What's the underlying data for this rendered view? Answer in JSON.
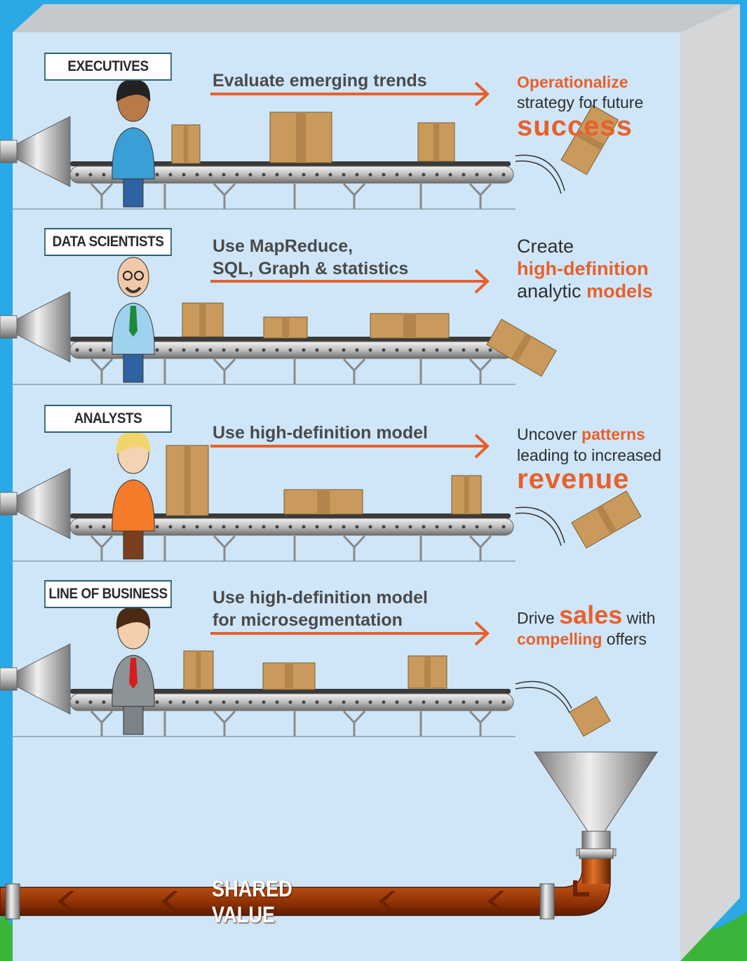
{
  "rows": [
    {
      "role": "EXECUTIVES",
      "task": "Evaluate emerging trends",
      "outcome": {
        "line1_orange": "Operationalize",
        "line2": "strategy for future",
        "line3_big": "success"
      }
    },
    {
      "role": "DATA SCIENTISTS",
      "task": "Use MapReduce,\nSQL, Graph & statistics",
      "outcome": {
        "line1": "Create",
        "line2_orange": "high-definition",
        "line3_pre": "analytic ",
        "line3_orange": "models"
      }
    },
    {
      "role": "ANALYSTS",
      "task": "Use high-definition model",
      "outcome": {
        "line1_pre": "Uncover ",
        "line1_orange": "patterns",
        "line2": "leading to increased",
        "line3_big": "revenue"
      }
    },
    {
      "role": "LINE OF BUSINESS",
      "task": "Use high-definition model\nfor microsegmentation",
      "outcome": {
        "line1_pre": "Drive ",
        "line1_big": "sales",
        "line1_post": " with",
        "line2_orange": "compelling",
        "line2_post": " offers"
      }
    }
  ],
  "pipe_label": "SHARED VALUE",
  "colors": {
    "sky": "#29a9e6",
    "wall": "#cfe6f8",
    "accent": "#e8602c",
    "pipe": "#c9520f",
    "label_border": "#2f5f74"
  }
}
